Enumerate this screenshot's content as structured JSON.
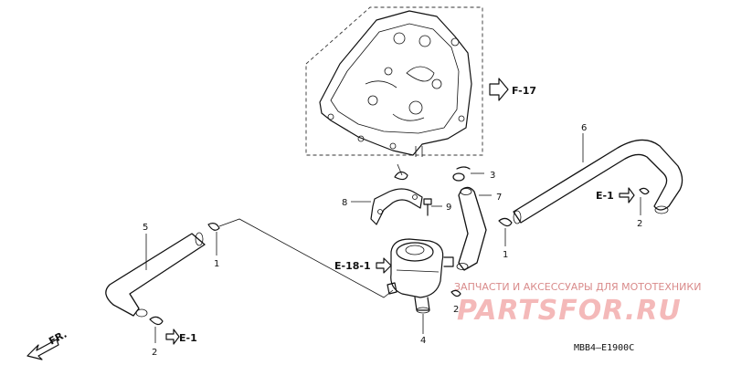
{
  "callouts": {
    "p1a": "1",
    "p1b": "1",
    "p2a": "2",
    "p2b": "2",
    "p2c": "2",
    "p3": "3",
    "p4": "4",
    "p5": "5",
    "p6": "6",
    "p7": "7",
    "p8": "8",
    "p9": "9"
  },
  "references": {
    "f17": "F-17",
    "e1_right": "E-1",
    "e1_left": "E-1",
    "e18": "E-18-1",
    "fr": "FR."
  },
  "footer": {
    "code": "MBB4—E1900C"
  },
  "watermark": {
    "caption": "ЗАПЧАСТИ И АКСЕССУАРЫ ДЛЯ МОТОТЕХНИКИ",
    "brand": "PARTSFOR.RU"
  },
  "colors": {
    "line": "#111111",
    "watermark": "#f4b9b9"
  }
}
